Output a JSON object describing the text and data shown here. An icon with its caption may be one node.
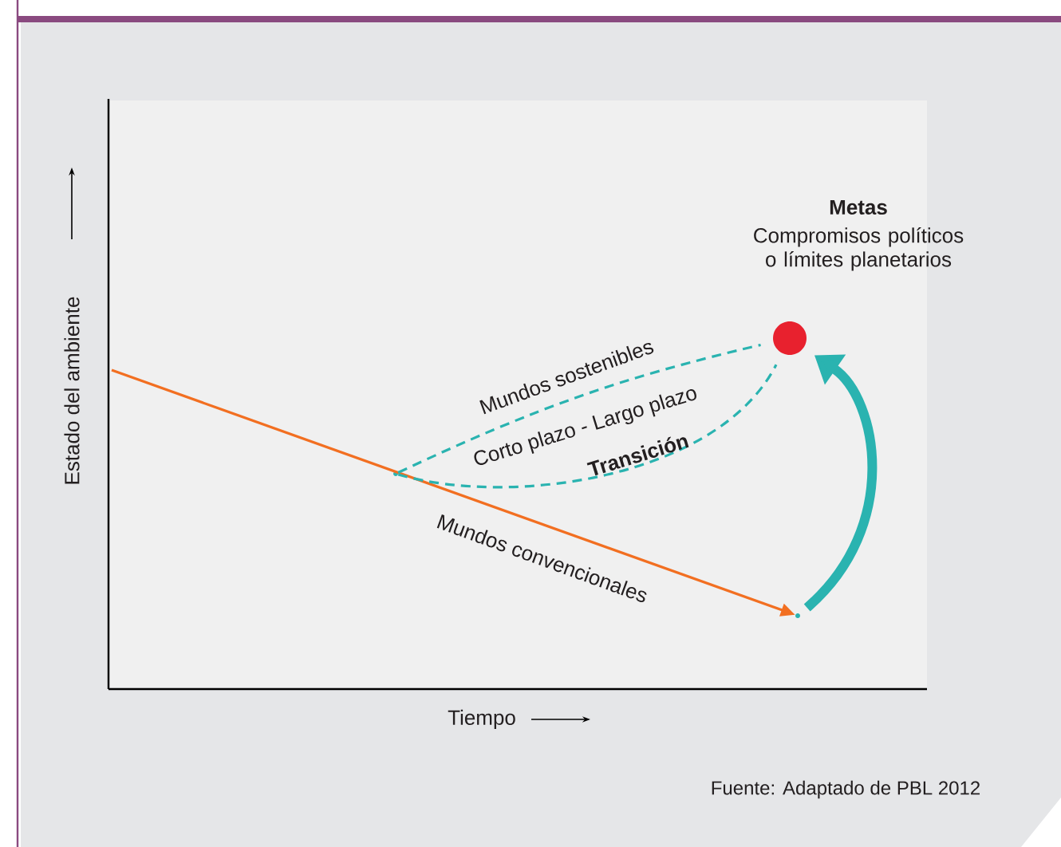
{
  "diagram": {
    "nodes": [
      {
        "text": [
          "Metas",
          "Compromisos políticos o límites planetarios"
        ]
      },
      {
        "text": [],
        "shape": "circle"
      },
      {
        "text": [],
        "shape": "circle"
      }
    ],
    "edges": [
      {
        "from": null,
        "to": 2,
        "arrow": "to",
        "color": "#f26f21",
        "label": "Mundos convencionales"
      },
      {
        "from": 1,
        "to": 0,
        "arrow": "none",
        "style": "dashed",
        "label": "Mundos sostenibles"
      },
      {
        "from": 1,
        "to": 0,
        "arrow": "none",
        "style": "dashed",
        "label": "Corto plazo - Largo plazo"
      },
      {
        "from": 2,
        "to": 0,
        "arrow": "to",
        "style": "thick"
      }
    ],
    "labels": [
      "Estado del ambiente",
      "Transición",
      "Tiempo",
      "Fuente: Adaptado de PBL 2012"
    ]
  }
}
